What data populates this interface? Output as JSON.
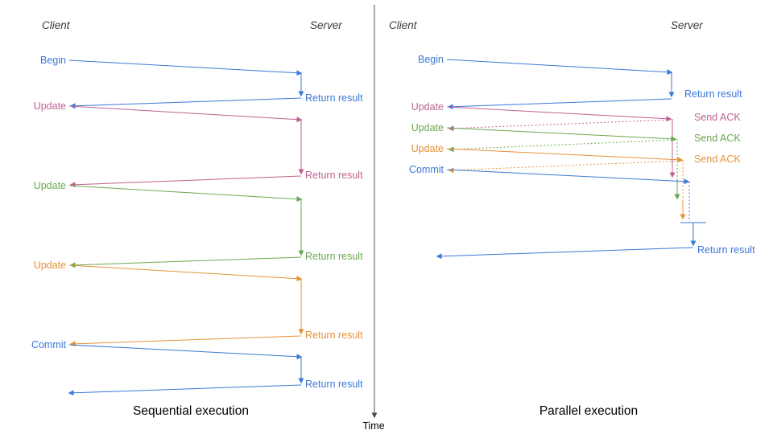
{
  "colors": {
    "blue": "#3b78d8",
    "pink": "#bf6191",
    "green": "#6aa84f",
    "orange": "#e69138",
    "axis": "#4d4d4d",
    "header": "#3a3a3a",
    "text": "#000000"
  },
  "time_axis": {
    "label": "Time"
  },
  "left": {
    "client_header": "Client",
    "server_header": "Server",
    "caption": "Sequential execution",
    "messages": [
      {
        "label": "Begin",
        "color": "blue",
        "response": "Return result"
      },
      {
        "label": "Update",
        "color": "pink",
        "response": "Return result"
      },
      {
        "label": "Update",
        "color": "green",
        "response": "Return result"
      },
      {
        "label": "Update",
        "color": "orange",
        "response": "Return result"
      },
      {
        "label": "Commit",
        "color": "blue",
        "response": "Return result"
      }
    ]
  },
  "right": {
    "client_header": "Client",
    "server_header": "Server",
    "caption": "Parallel execution",
    "messages": [
      {
        "label": "Begin",
        "color": "blue",
        "response": "Return result"
      },
      {
        "label": "Update",
        "color": "pink",
        "response": "Send ACK"
      },
      {
        "label": "Update",
        "color": "green",
        "response": "Send ACK"
      },
      {
        "label": "Update",
        "color": "orange",
        "response": "Send ACK"
      },
      {
        "label": "Commit",
        "color": "blue",
        "response": "Return result"
      }
    ]
  }
}
